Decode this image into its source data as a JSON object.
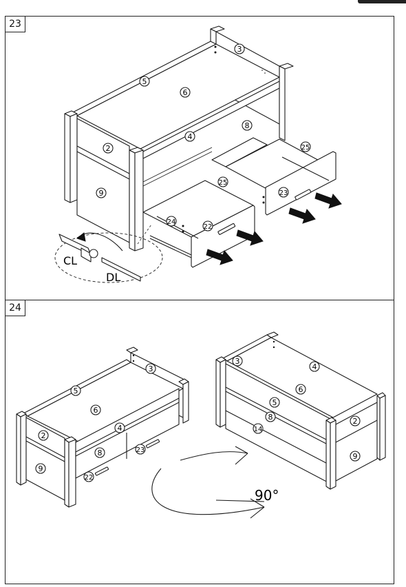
{
  "steps": [
    {
      "number": "23",
      "part_labels": [
        "3",
        "5",
        "6",
        "4",
        "8",
        "2",
        "9",
        "25",
        "25",
        "23",
        "22",
        "24"
      ],
      "detail_labels": [
        "CL",
        "DL"
      ]
    },
    {
      "number": "24",
      "left_part_labels": [
        "5",
        "3",
        "6",
        "2",
        "4",
        "8",
        "23",
        "9",
        "22"
      ],
      "right_part_labels": [
        "3",
        "4",
        "6",
        "5",
        "8",
        "14",
        "2",
        "9"
      ],
      "rotation_label": "90°"
    }
  ]
}
